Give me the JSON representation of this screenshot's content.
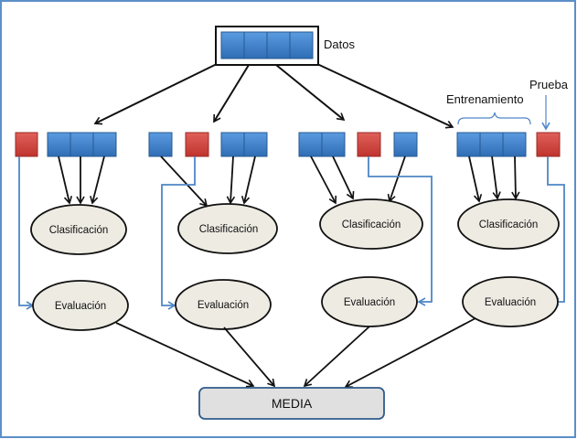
{
  "diagram": {
    "title": "Validación cruzada",
    "data_label": "Datos",
    "training_label": "Entrenamiento",
    "test_label": "Prueba",
    "classification_label": "Clasificación",
    "evaluation_label": "Evaluación",
    "result_label": "MEDIA",
    "colors": {
      "training_block": "#3d7fc9",
      "test_block": "#d9463e",
      "ellipse_fill": "#eeebe3",
      "result_fill": "#e0e0e0",
      "result_border": "#2e5b8c",
      "connector": "#4f86c6",
      "frame": "#5b8fc9"
    },
    "folds": [
      {
        "name": "fold-1",
        "blocks": [
          "test",
          "train",
          "train",
          "train"
        ]
      },
      {
        "name": "fold-2",
        "blocks": [
          "train",
          "test",
          "train",
          "train"
        ]
      },
      {
        "name": "fold-3",
        "blocks": [
          "train",
          "train",
          "test",
          "train"
        ]
      },
      {
        "name": "fold-4",
        "blocks": [
          "train",
          "train",
          "train",
          "test"
        ]
      }
    ]
  }
}
